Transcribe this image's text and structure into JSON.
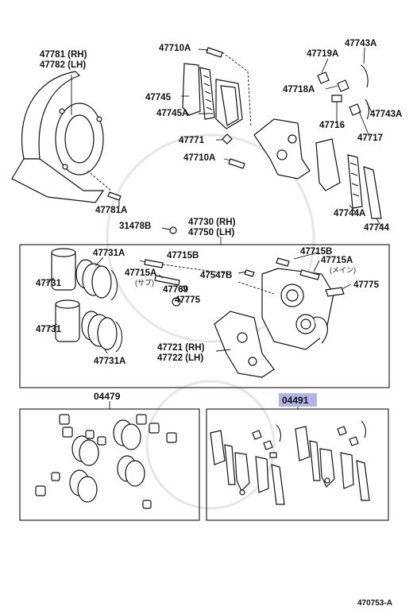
{
  "labels": {
    "p47781": "47781 (RH)",
    "p47782": "47782 (LH)",
    "p47710a_top": "47710A",
    "p47745": "47745",
    "p47745a": "47745A",
    "p47771": "47771",
    "p47710a_mid": "47710A",
    "p47781a": "47781A",
    "p47743a_top": "47743A",
    "p47719a": "47719A",
    "p47718a": "47718A",
    "p47743a_right": "47743A",
    "p47716": "47716",
    "p47717": "47717",
    "p47744a": "47744A",
    "p47744": "47744",
    "p31478b": "31478B",
    "p47730": "47730 (RH)",
    "p47750": "47750 (LH)",
    "p47731a_top": "47731A",
    "p47715b_left": "47715B",
    "p47715a_left": "47715A",
    "sub_note": "(サブ)",
    "p47547b": "47547B",
    "p47715b_right": "47715B",
    "p47715a_right": "47715A",
    "main_note": "(メイン)",
    "p47775_right": "47775",
    "p47731_top": "47731",
    "p47769": "47769",
    "p47775_left": "47775",
    "p47731_bottom": "47731",
    "p47721": "47721 (RH)",
    "p47722": "47722 (LH)",
    "p47731a_bottom": "47731A",
    "kit_04479": "04479",
    "kit_04491": "04491"
  },
  "highlight_color": "#b3b3e6",
  "reference": "470753-A"
}
